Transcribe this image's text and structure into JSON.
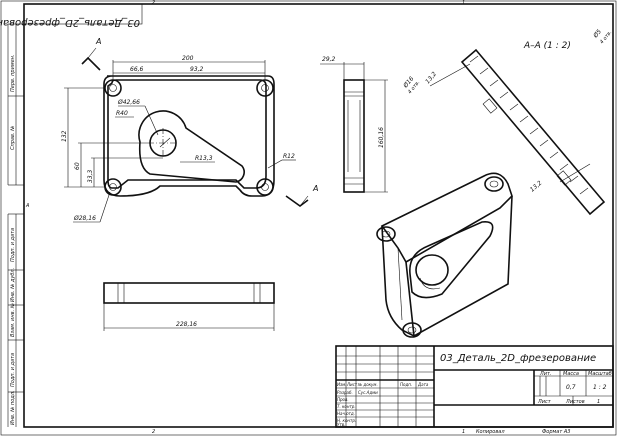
{
  "frame": {
    "top_zone_numbers": [
      "2",
      "1"
    ],
    "bottom_zone_numbers": [
      "2",
      "1"
    ],
    "zone_letter_left": "A",
    "mirrored_title": "03_Деталь_2D_фрезерование"
  },
  "left_strip": {
    "labels_top": [
      "Перв. примен.",
      "Справ. №"
    ],
    "labels_bottom": [
      "Подп. и дата",
      "Инв. № дубл.",
      "Взам. инв. №",
      "Подп. и дата",
      "Инв. № подл."
    ]
  },
  "section": {
    "cut_letter_top": "A",
    "cut_letter_bottom": "A",
    "label": "A–A (1 : 2)"
  },
  "dimensions": {
    "width_200": "200",
    "dim_66_6": "66,6",
    "dim_93_2": "93,2",
    "bore_42_66": "Ø42,66",
    "radius_40": "R40",
    "height_132": "132",
    "dim_60": "60",
    "dim_33_3": "33,3",
    "radius_13_3": "R13,3",
    "radius_12": "R12",
    "hole_28_16": "Ø28,16",
    "thick_29_2": "29,2",
    "height_160_16": "160,16",
    "len_228_16": "228,16",
    "sec_5": "Ø5",
    "sec_4_holes_a": "4 отв.",
    "sec_16": "Ø16",
    "sec_4_holes_b": "4 отв.",
    "sec_13_2_top": "13,2",
    "sec_13_2_bottom": "13,2"
  },
  "title_block": {
    "name": "03_Деталь_2D_фрезерование",
    "col_headers": [
      "Изм.",
      "Лист",
      "№ докум.",
      "Подп.",
      "Дата"
    ],
    "row_labels": [
      "Разраб.",
      "Пров.",
      "Т. контр.",
      "Нач.отд.",
      "Н. контр.",
      "Утв."
    ],
    "developer": "Сус.Адми",
    "lit": "Лит.",
    "mass_label": "Масса",
    "scale_label": "Масштаб",
    "mass_value": "0,7",
    "scale_value": "1 : 2",
    "sheet_label": "Лист",
    "sheets_label": "Листов",
    "sheets_value": "1",
    "copied": "Копировал",
    "format": "Формат A3"
  },
  "colors": {
    "line": "#111111",
    "background": "#ffffff"
  }
}
